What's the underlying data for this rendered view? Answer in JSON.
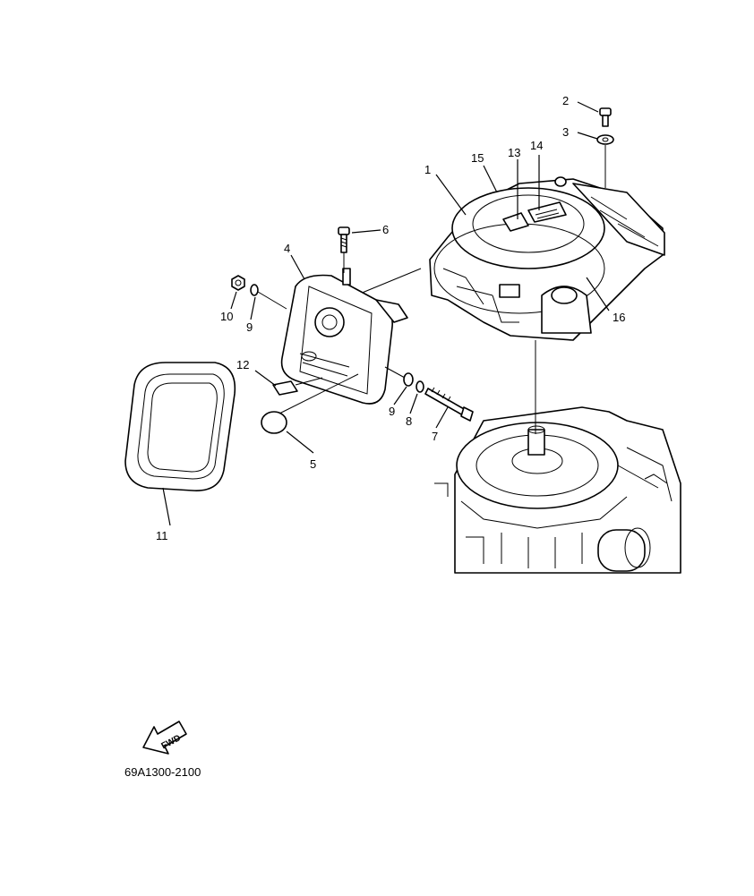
{
  "callouts": [
    {
      "id": "1",
      "label": "1"
    },
    {
      "id": "2",
      "label": "2"
    },
    {
      "id": "3",
      "label": "3"
    },
    {
      "id": "4",
      "label": "4"
    },
    {
      "id": "5",
      "label": "5"
    },
    {
      "id": "6",
      "label": "6"
    },
    {
      "id": "7",
      "label": "7"
    },
    {
      "id": "8",
      "label": "8"
    },
    {
      "id": "9a",
      "label": "9"
    },
    {
      "id": "9b",
      "label": "9"
    },
    {
      "id": "10",
      "label": "10"
    },
    {
      "id": "11",
      "label": "11"
    },
    {
      "id": "12",
      "label": "12"
    },
    {
      "id": "13",
      "label": "13"
    },
    {
      "id": "14",
      "label": "14"
    },
    {
      "id": "15",
      "label": "15"
    },
    {
      "id": "16",
      "label": "16"
    }
  ],
  "fwd_label": "FWD",
  "drawing_code": "69A1300-2100"
}
